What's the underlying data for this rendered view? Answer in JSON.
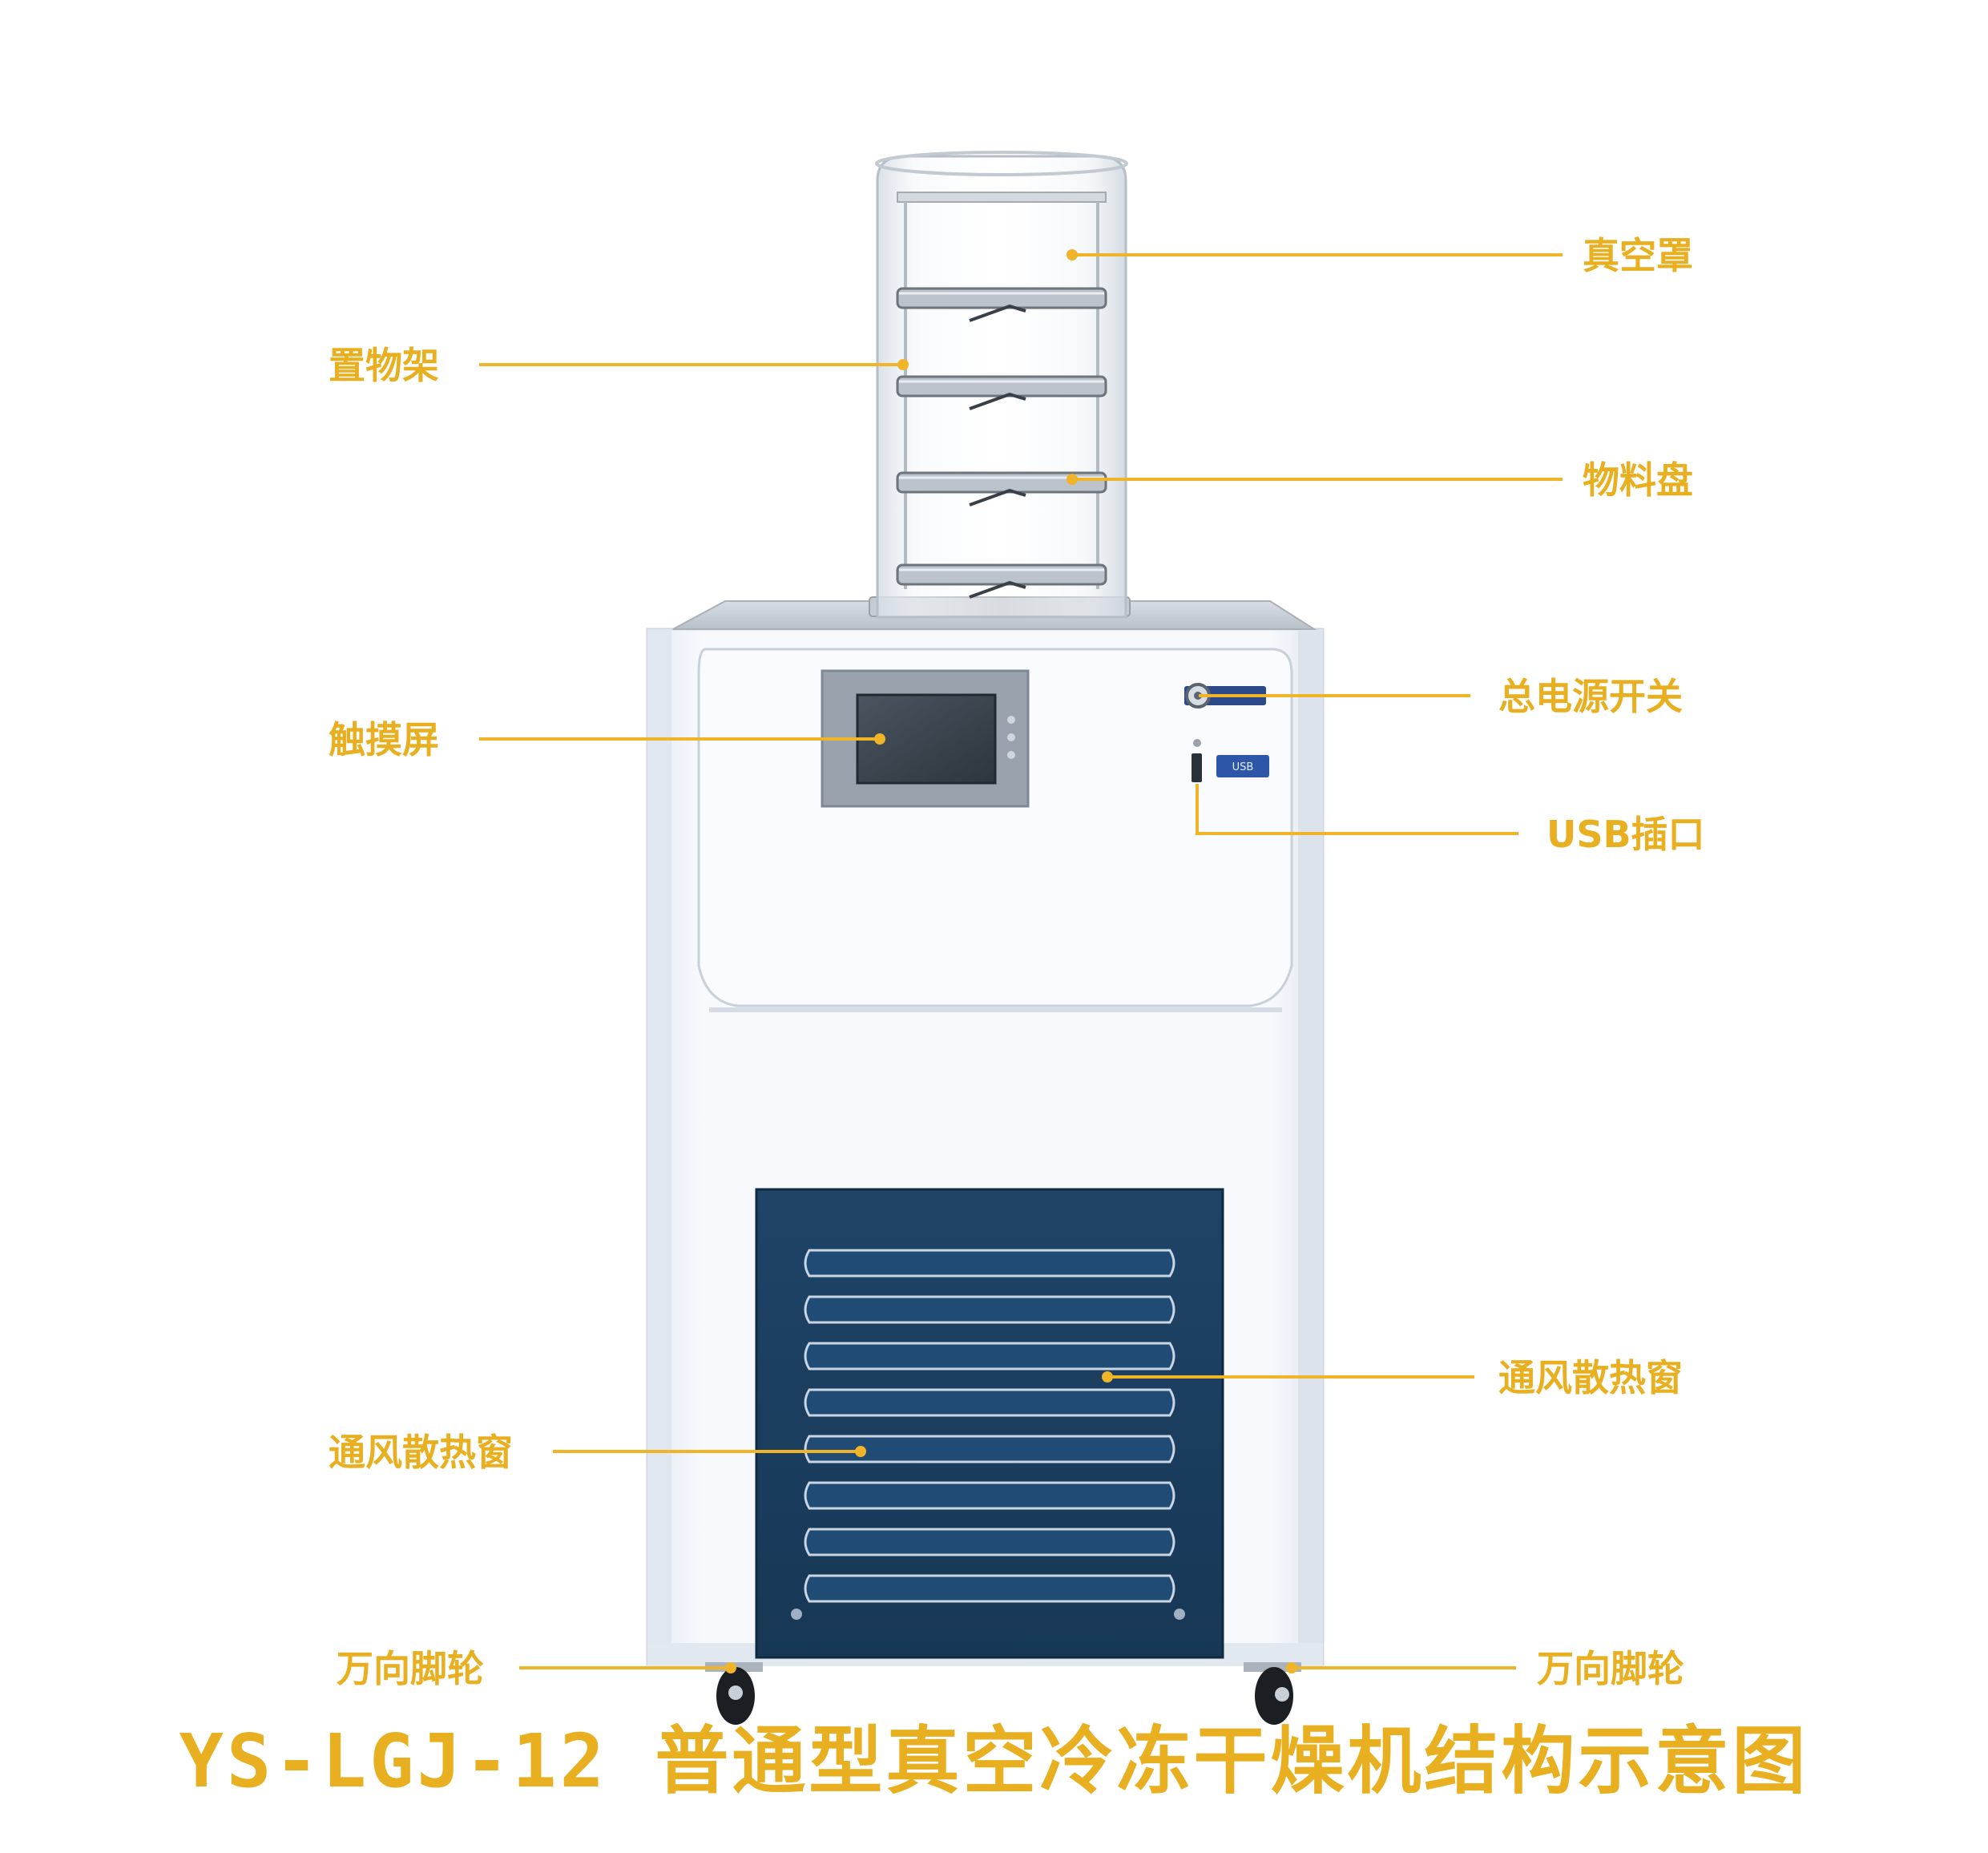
{
  "title": "YS-LGJ-12 普通型真空冷冻干燥机结构示意图",
  "colors": {
    "callout": "#f0b428",
    "label_text": "#e8b021",
    "cabinet": "#f3f6fb",
    "vent_panel": "#1c3f63",
    "screen": "#3c4650"
  },
  "device": {
    "usb_port_label": "USB"
  },
  "callouts": {
    "vacuum_cover": "真空罩",
    "shelf_rack": "置物架",
    "material_tray": "物料盘",
    "touch_screen": "触摸屏",
    "main_power_switch": "总电源开关",
    "usb_port": "USB插口",
    "vent_right": "通风散热窗",
    "vent_left": "通风散热窗",
    "caster_left": "万向脚轮",
    "caster_right": "万向脚轮"
  }
}
